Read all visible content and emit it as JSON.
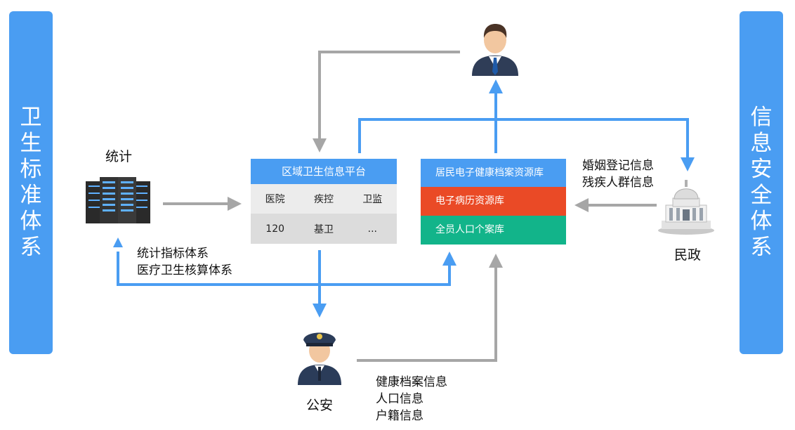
{
  "left_bar": {
    "text": "卫生标准体系"
  },
  "right_bar": {
    "text": "信息安全体系"
  },
  "stats": {
    "label": "统计",
    "indicators": [
      "统计指标体系",
      "医疗卫生核算体系"
    ]
  },
  "platform": {
    "title": "区域卫生信息平台",
    "row1": [
      "医院",
      "疾控",
      "卫监"
    ],
    "row2": [
      "120",
      "基卫",
      "..."
    ]
  },
  "resource": {
    "title": "居民电子健康档案资源库",
    "emr": "电子病历资源库",
    "population": "全员人口个案库"
  },
  "civil": {
    "label": "民政",
    "info": [
      "婚姻登记信息",
      "残疾人群信息"
    ]
  },
  "police": {
    "label": "公安",
    "info": [
      "健康档案信息",
      "人口信息",
      "户籍信息"
    ]
  },
  "colors": {
    "blue": "#4a9df2",
    "arrow_gray": "#a6a6a6",
    "arrow_blue": "#4a9df2",
    "red": "#ea4a26",
    "green": "#12b48a"
  },
  "icons": [
    "official-icon",
    "server-rack-icon",
    "government-building-icon",
    "police-officer-icon"
  ]
}
